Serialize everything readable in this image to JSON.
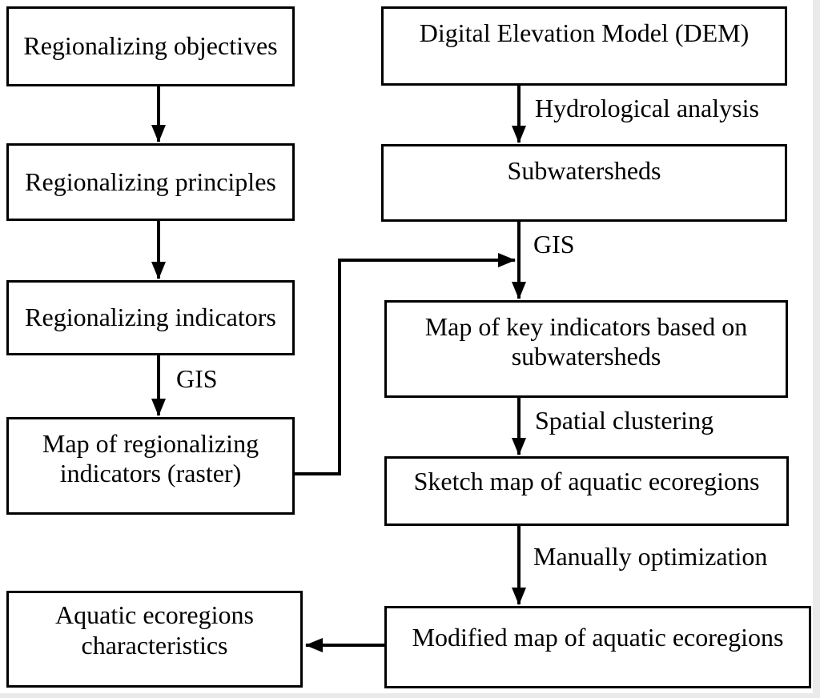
{
  "diagram": {
    "nodes": {
      "regionalizing_objectives": "Regionalizing objectives",
      "regionalizing_principles": "Regionalizing principles",
      "regionalizing_indicators": "Regionalizing indicators",
      "map_regionalizing_indicators": "Map of regionalizing indicators (raster)",
      "aquatic_ecoregions_characteristics": "Aquatic ecoregions characteristics",
      "dem": "Digital Elevation Model (DEM)",
      "subwatersheds": "Subwatersheds",
      "map_key_indicators": "Map of key indicators based on subwatersheds",
      "sketch_map": "Sketch map of aquatic ecoregions",
      "modified_map": "Modified map of aquatic ecoregions"
    },
    "edge_labels": {
      "hydrological_analysis": "Hydrological analysis",
      "gis_right": "GIS",
      "gis_left": "GIS",
      "spatial_clustering": "Spatial clustering",
      "manually_optimization": "Manually optimization"
    },
    "colors": {
      "line": "#000000",
      "box_fill": "#ffffff",
      "background": "#ffffff",
      "text": "#000000"
    }
  }
}
